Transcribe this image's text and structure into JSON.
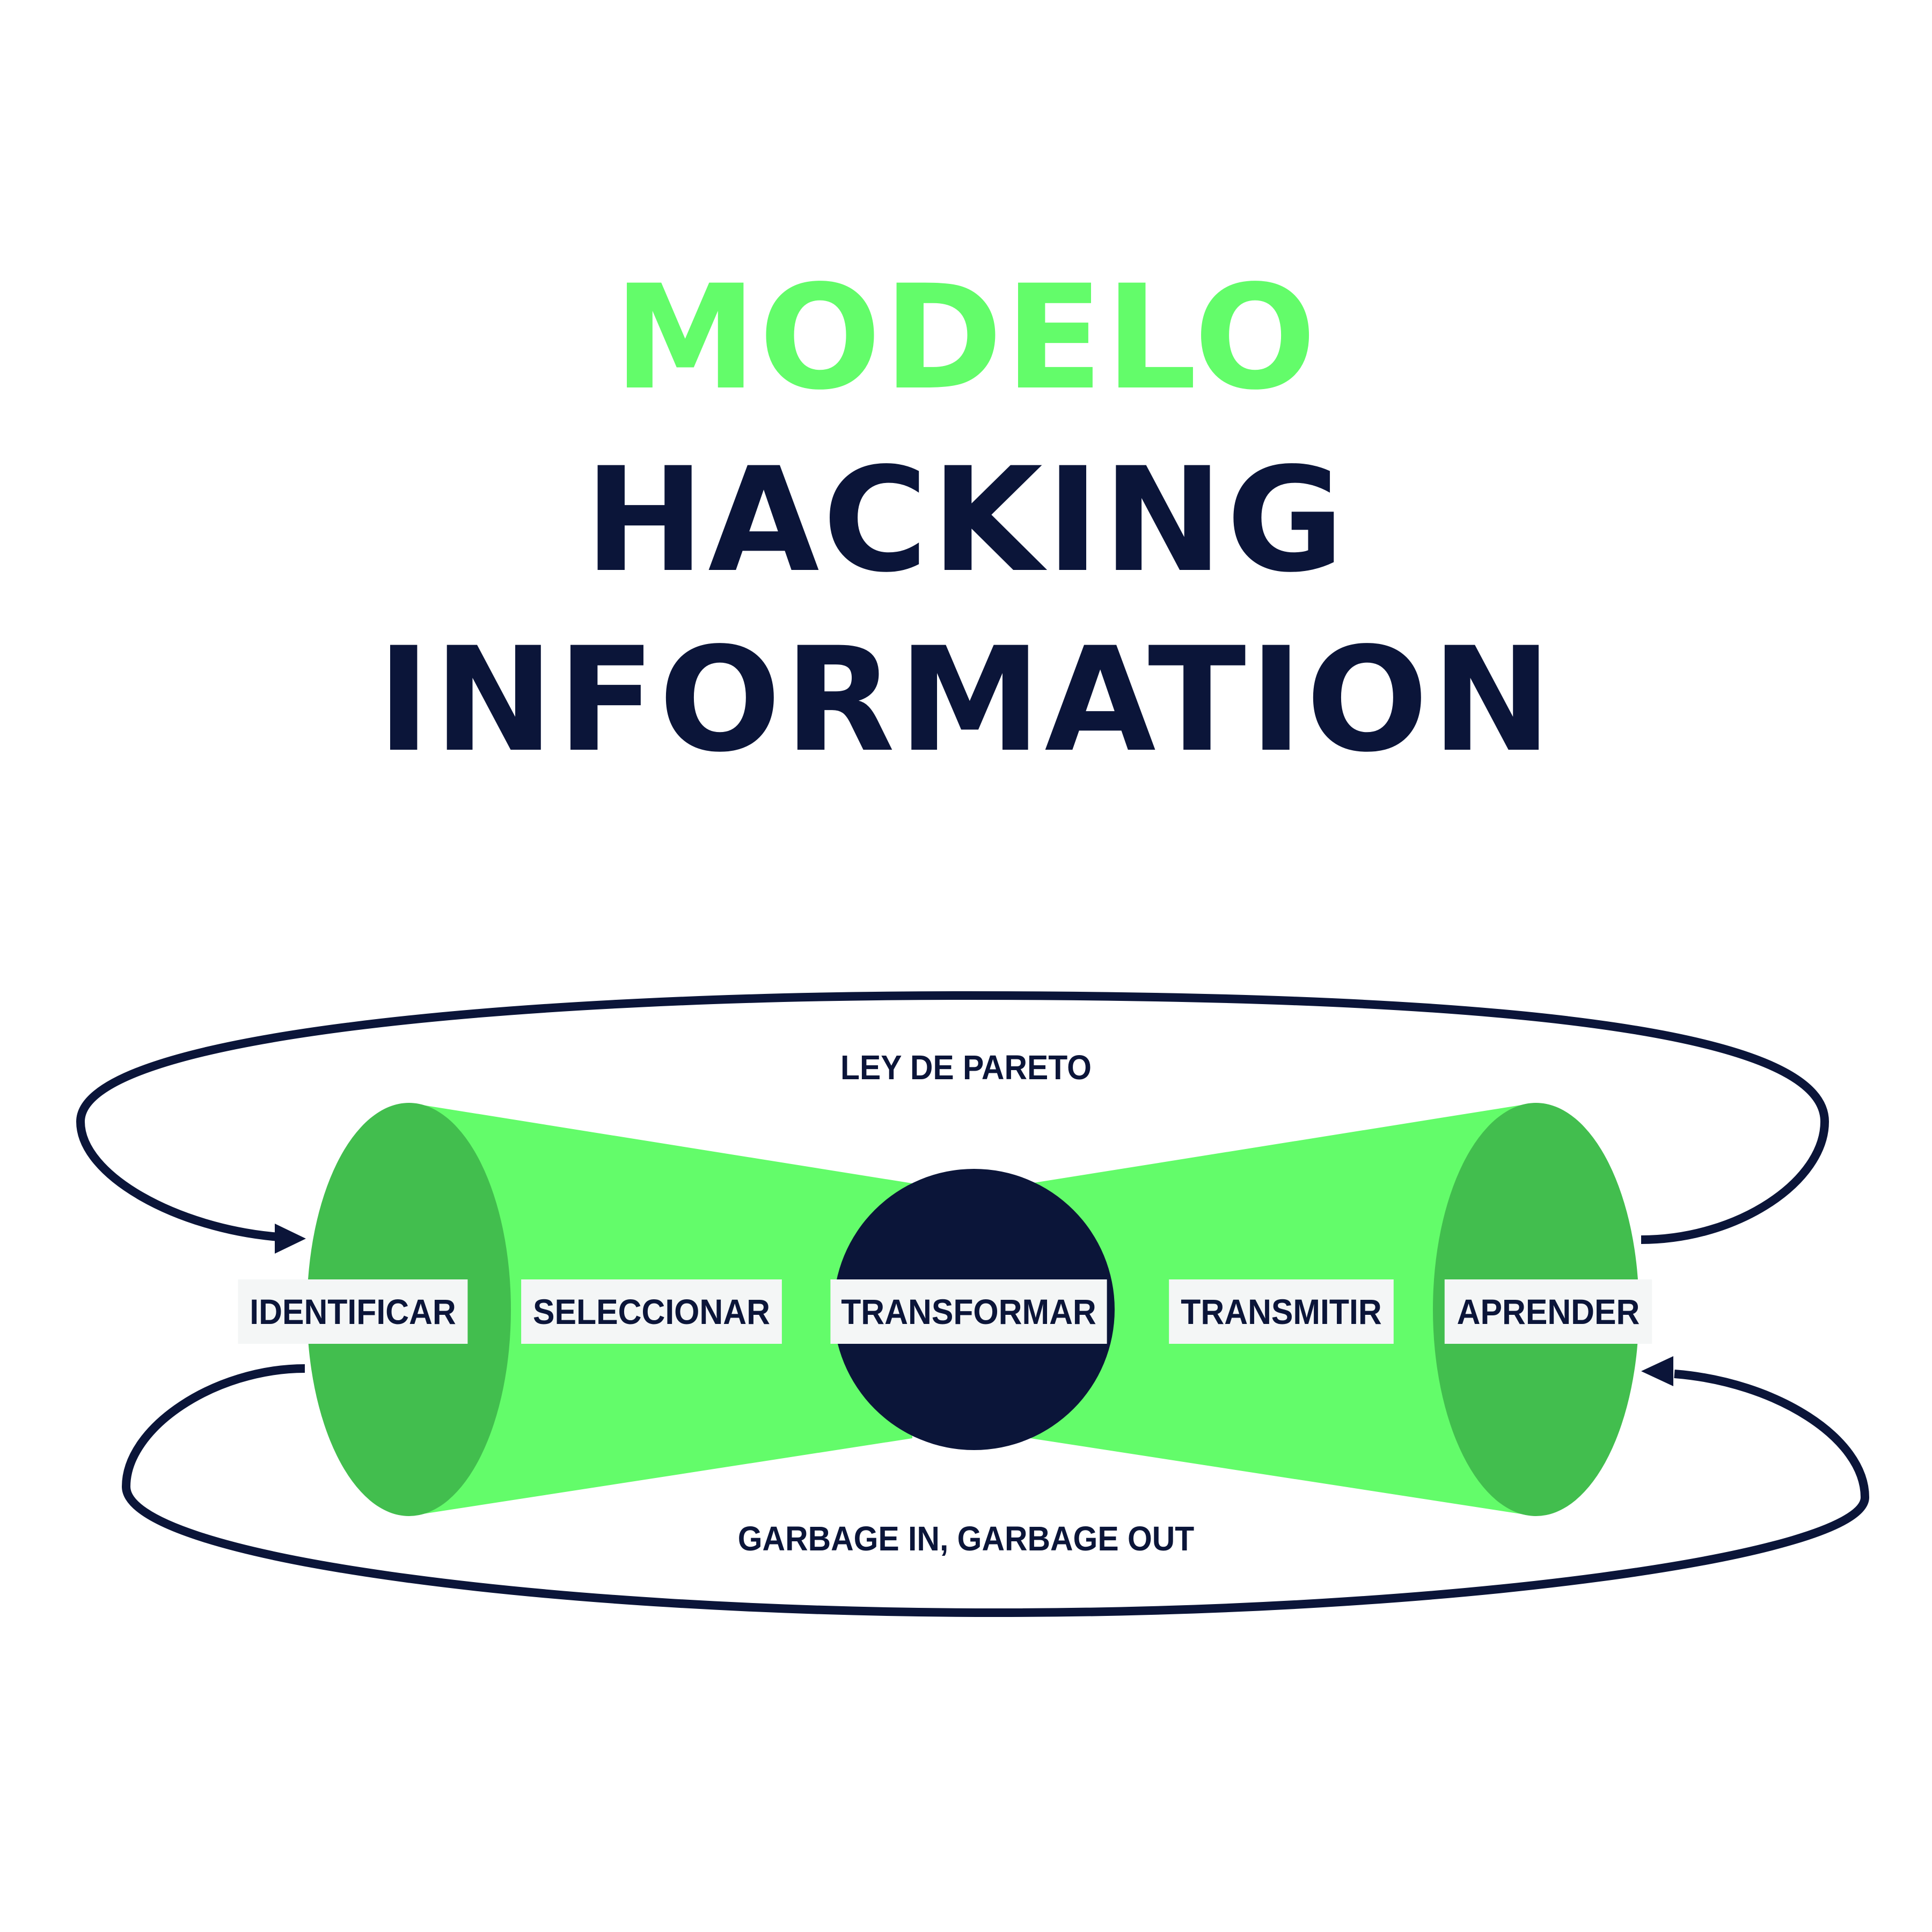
{
  "title": {
    "line1": "MODELO",
    "line2": "HACKING",
    "line3": "INFORMATION"
  },
  "stages": [
    {
      "label": "IDENTIFICAR"
    },
    {
      "label": "SELECCIONAR"
    },
    {
      "label": "TRANSFORMAR"
    },
    {
      "label": "TRANSMITIR"
    },
    {
      "label": "APRENDER"
    }
  ],
  "loops": {
    "top_label": "LEY DE PARETO",
    "bottom_label": "GARBAGE IN, GARBAGE OUT"
  },
  "colors": {
    "accent_green": "#63FC6A",
    "dark_green": "#42BE4E",
    "navy": "#0B1539",
    "box_bg": "#F4F6F6",
    "background": "#FFFFFF"
  }
}
